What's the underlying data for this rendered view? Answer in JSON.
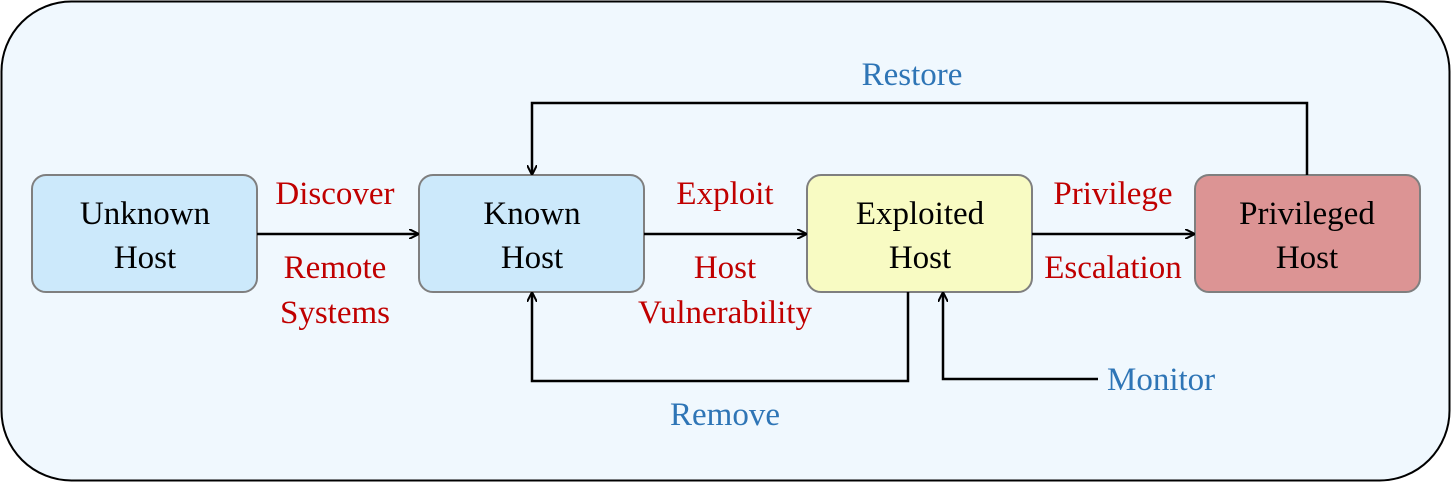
{
  "colors": {
    "background": "#f0f8fe",
    "frame_stroke": "#000000",
    "arrow": "#000000",
    "attack_label": "#c00000",
    "defense_label": "#2e75b6"
  },
  "nodes": {
    "unknown_host": {
      "line1": "Unknown",
      "line2": "Host",
      "fill": "#cce9fb",
      "stroke": "#7f7f7f"
    },
    "known_host": {
      "line1": "Known",
      "line2": "Host",
      "fill": "#cce9fb",
      "stroke": "#7f7f7f"
    },
    "exploited_host": {
      "line1": "Exploited",
      "line2": "Host",
      "fill": "#f8fbc3",
      "stroke": "#7f7f7f"
    },
    "privileged_host": {
      "line1": "Privileged",
      "line2": "Host",
      "fill": "#dc9494",
      "stroke": "#7f7f7f"
    }
  },
  "edges": {
    "discover": {
      "line1": "Discover",
      "line2": "Remote",
      "line3": "Systems"
    },
    "exploit": {
      "line1": "Exploit",
      "line2": "Host",
      "line3": "Vulnerability"
    },
    "privilege": {
      "line1": "Privilege",
      "line2": "Escalation"
    },
    "restore": {
      "label": "Restore"
    },
    "remove": {
      "label": "Remove"
    },
    "monitor": {
      "label": "Monitor"
    }
  }
}
